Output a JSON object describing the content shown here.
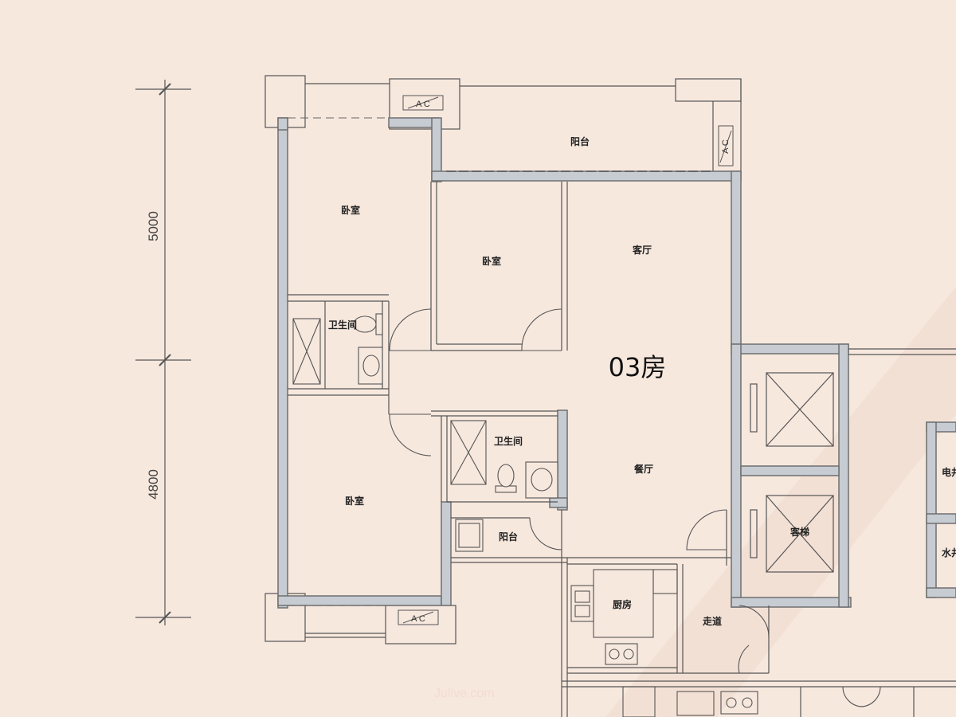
{
  "unit_name": "03房",
  "dimensions": [
    "5000",
    "4800"
  ],
  "rooms": {
    "balcony_top": "阳台",
    "bedroom_top_left": "卧室",
    "bedroom_middle": "卧室",
    "living_room": "客厅",
    "bathroom_left": "卫生间",
    "bathroom_center": "卫生间",
    "bedroom_bottom_left": "卧室",
    "dining_room": "餐厅",
    "balcony_small": "阳台",
    "kitchen": "厨房",
    "corridor": "走道",
    "passenger_elevator": "客梯",
    "electric_room_partial": "电井",
    "water_room_partial": "水井"
  },
  "ac_marks": [
    "A C",
    "A C",
    "A C"
  ],
  "watermark": "Julive.com",
  "colors": {
    "background": "#f7e8de",
    "wall": "#6f6f6f",
    "wall_fill": "#c7ccd3",
    "line": "#555555"
  }
}
